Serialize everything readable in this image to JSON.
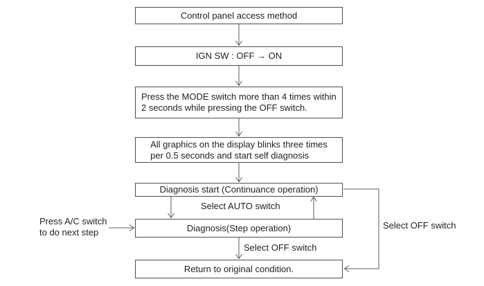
{
  "flowchart": {
    "steps": {
      "step1": "Control panel access method",
      "step2": "IGN SW : OFF → ON",
      "step3": "Press the MODE switch more than 4 times within\n2 seconds while pressing the OFF switch.",
      "step4": "All graphics on the display blinks three times\nper 0.5 seconds and start self diagnosis",
      "step5": "Diagnosis start (Continuance operation)",
      "step6": "Diagnosis(Step operation)",
      "step7": "Return to original condition."
    },
    "labels": {
      "select_auto": "Select AUTO switch",
      "select_off_mid": "Select OFF switch",
      "select_off_right": "Select OFF switch",
      "press_ac": "Press A/C switch\nto do next step"
    },
    "colors": {
      "background": "#ffffff",
      "box_border": "#4d4d4d",
      "line": "#5a5a5a",
      "text": "#1f1f1f"
    }
  }
}
